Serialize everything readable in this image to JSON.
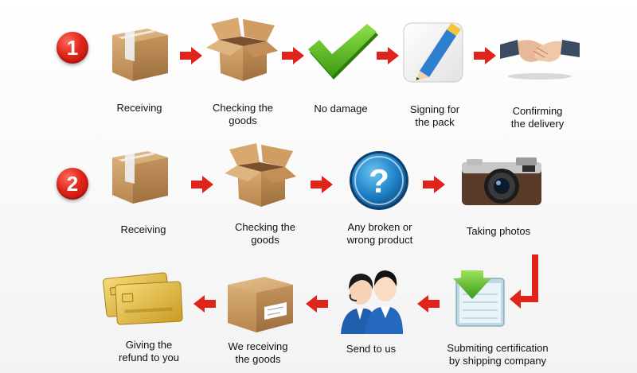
{
  "row1": {
    "number": "1",
    "steps": [
      {
        "label": "Receiving",
        "icon": "closed-box-icon"
      },
      {
        "label": "Checking the\ngoods",
        "icon": "open-box-icon"
      },
      {
        "label": "No damage",
        "icon": "checkmark-icon"
      },
      {
        "label": "Signing for\nthe pack",
        "icon": "pencil-sign-icon"
      },
      {
        "label": "Confirming\nthe delivery",
        "icon": "handshake-icon"
      }
    ]
  },
  "row2": {
    "number": "2",
    "steps": [
      {
        "label": "Receiving",
        "icon": "closed-box-icon"
      },
      {
        "label": "Checking the\ngoods",
        "icon": "open-box-icon"
      },
      {
        "label": "Any broken or\nwrong product",
        "icon": "question-mark-icon"
      },
      {
        "label": "Taking photos",
        "icon": "camera-icon"
      }
    ]
  },
  "row3": {
    "steps": [
      {
        "label": "Giving the\nrefund to you",
        "icon": "credit-cards-icon"
      },
      {
        "label": "We receiving\nthe goods",
        "icon": "labeled-box-icon"
      },
      {
        "label": "Send to us",
        "icon": "support-agents-icon"
      },
      {
        "label": "Submiting certification\nby shipping company",
        "icon": "download-document-icon"
      }
    ]
  },
  "colors": {
    "arrow": "#e0241b",
    "box": "#c99a63",
    "check": "#5bbd1e",
    "question": "#1d7fc4"
  }
}
